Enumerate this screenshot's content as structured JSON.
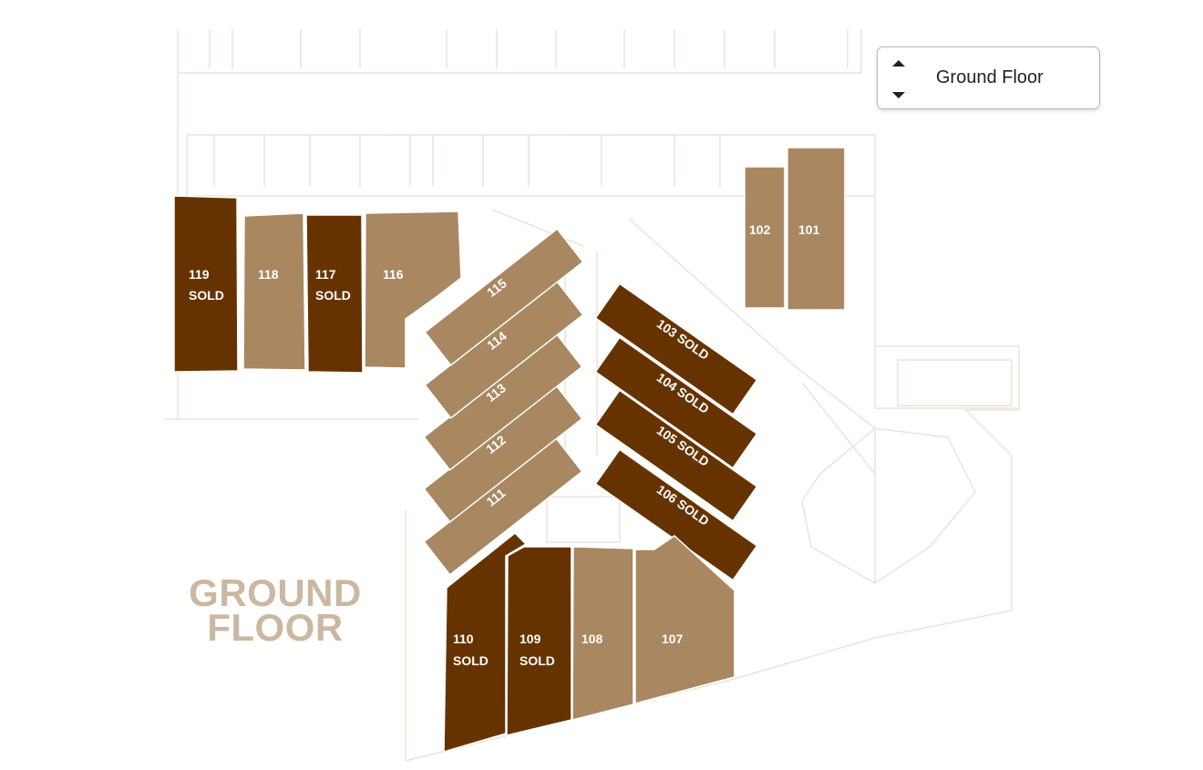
{
  "floor_selector": {
    "current": "Ground Floor",
    "up_icon": "caret-up-icon",
    "down_icon": "caret-down-icon"
  },
  "floor_title": {
    "line1": "GROUND",
    "line2": "FLOOR"
  },
  "colors": {
    "sold": "#663300",
    "available": "#A98761"
  },
  "units": [
    {
      "id": "101",
      "status": "available",
      "label": "101"
    },
    {
      "id": "102",
      "status": "available",
      "label": "102"
    },
    {
      "id": "103",
      "status": "sold",
      "label": "103 SOLD"
    },
    {
      "id": "104",
      "status": "sold",
      "label": "104 SOLD"
    },
    {
      "id": "105",
      "status": "sold",
      "label": "105 SOLD"
    },
    {
      "id": "106",
      "status": "sold",
      "label": "106 SOLD"
    },
    {
      "id": "107",
      "status": "available",
      "label": "107"
    },
    {
      "id": "108",
      "status": "available",
      "label": "108"
    },
    {
      "id": "109",
      "status": "sold",
      "label": "109",
      "sublabel": "SOLD"
    },
    {
      "id": "110",
      "status": "sold",
      "label": "110",
      "sublabel": "SOLD"
    },
    {
      "id": "111",
      "status": "available",
      "label": "111"
    },
    {
      "id": "112",
      "status": "available",
      "label": "112"
    },
    {
      "id": "113",
      "status": "available",
      "label": "113"
    },
    {
      "id": "114",
      "status": "available",
      "label": "114"
    },
    {
      "id": "115",
      "status": "available",
      "label": "115"
    },
    {
      "id": "116",
      "status": "available",
      "label": "116"
    },
    {
      "id": "117",
      "status": "sold",
      "label": "117",
      "sublabel": "SOLD"
    },
    {
      "id": "118",
      "status": "available",
      "label": "118"
    },
    {
      "id": "119",
      "status": "sold",
      "label": "119",
      "sublabel": "SOLD"
    }
  ]
}
